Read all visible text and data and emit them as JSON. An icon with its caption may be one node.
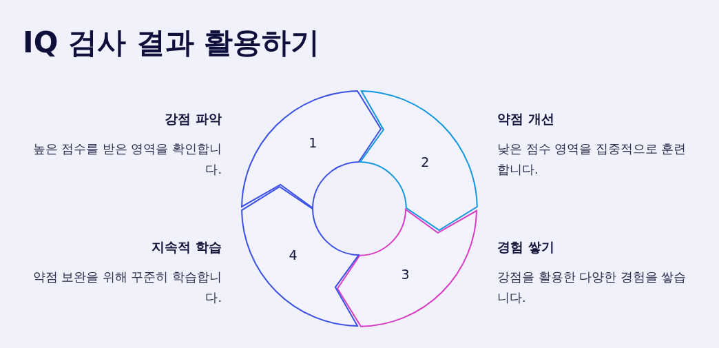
{
  "diagram": {
    "title": "IQ 검사 결과 활용하기",
    "nodes": [
      {
        "text": [
          "1"
        ],
        "beside": [
          "강점 파악",
          "높은 점수를 받은 영역을 확인합니다."
        ]
      },
      {
        "text": [
          "2"
        ],
        "beside": [
          "약점 개선",
          "낮은 점수 영역을 집중적으로 훈련합니다."
        ]
      },
      {
        "text": [
          "3"
        ],
        "beside": [
          "경험 쌓기",
          "강점을 활용한 다양한 경험을 쌓습니다."
        ]
      },
      {
        "text": [
          "4"
        ],
        "beside": [
          "지속적 학습",
          "약점 보완을 위해 꾸준히 학습합니다."
        ]
      }
    ],
    "edges": []
  }
}
